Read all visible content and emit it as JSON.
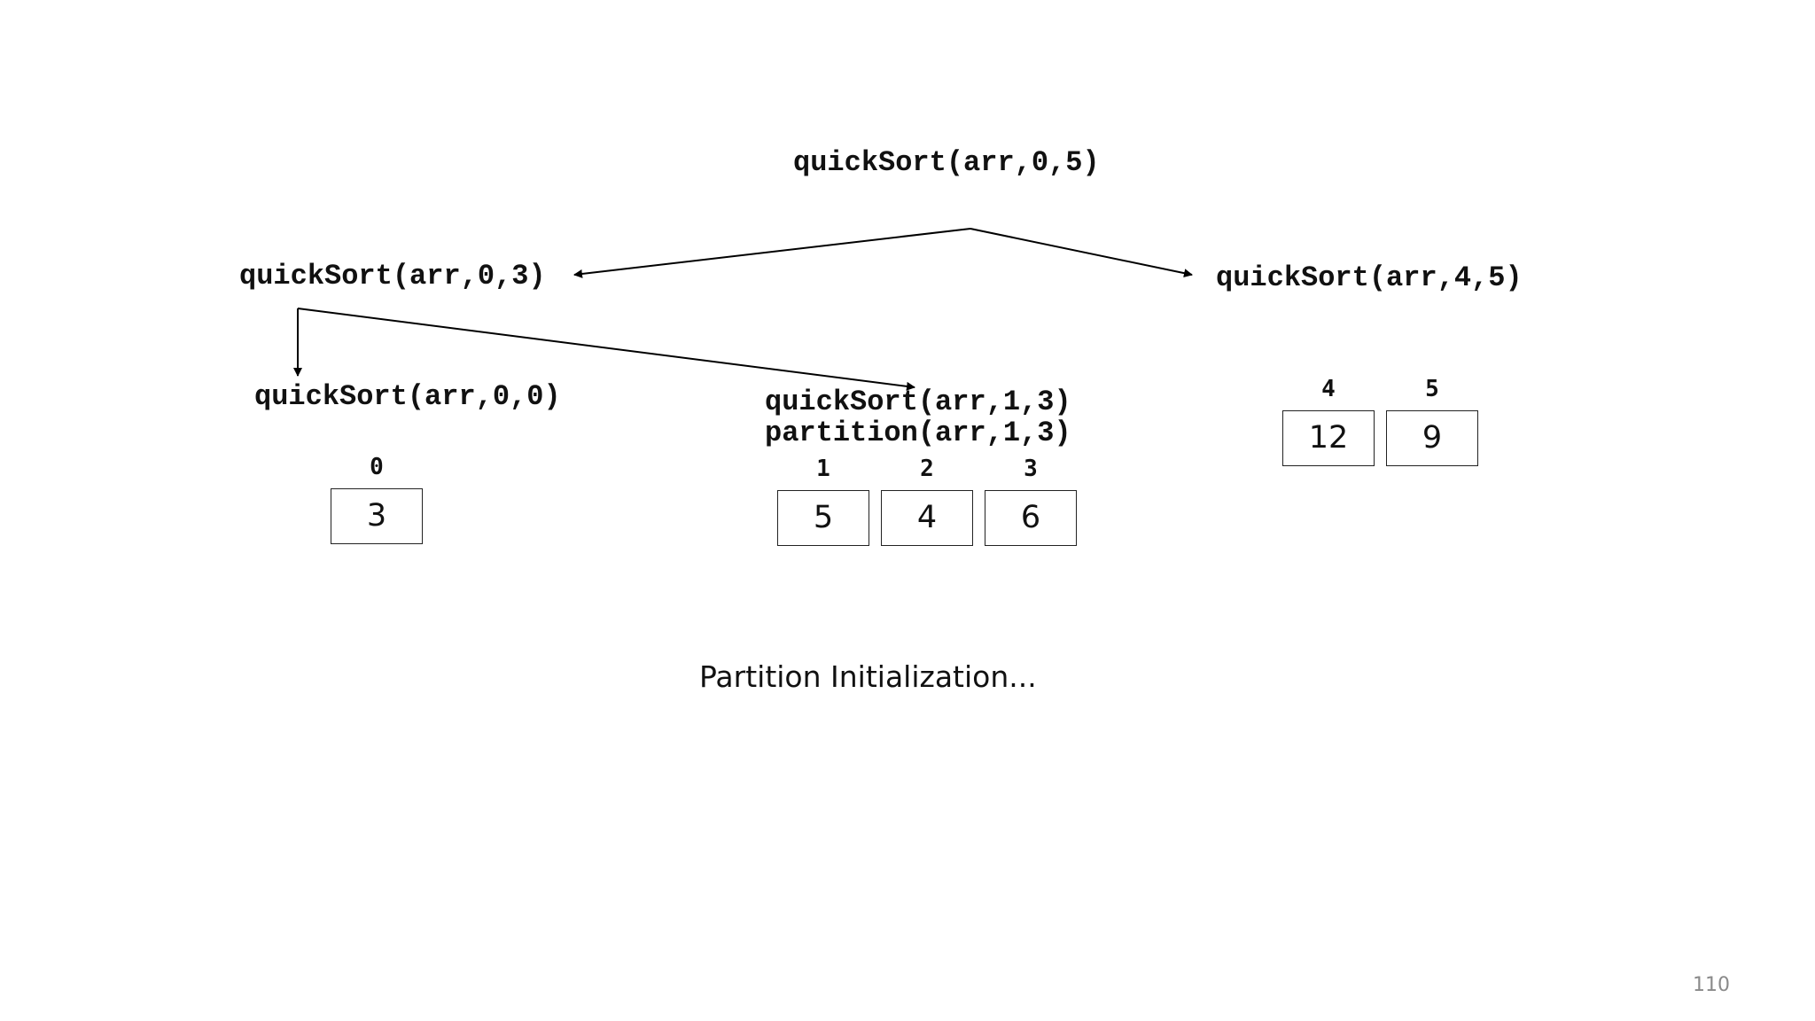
{
  "calls": {
    "root": "quickSort(arr,0,5)",
    "left": "quickSort(arr,0,3)",
    "right": "quickSort(arr,4,5)",
    "left_left": "quickSort(arr,0,0)",
    "left_right": "quickSort(arr,1,3)",
    "left_right_partition": "partition(arr,1,3)"
  },
  "arrays": {
    "left_left": {
      "indices": [
        "0"
      ],
      "values": [
        "3"
      ]
    },
    "left_right": {
      "indices": [
        "1",
        "2",
        "3"
      ],
      "values": [
        "5",
        "4",
        "6"
      ]
    },
    "right": {
      "indices": [
        "4",
        "5"
      ],
      "values": [
        "12",
        "9"
      ]
    }
  },
  "caption": "Partition Initialization...",
  "page_number": "110"
}
